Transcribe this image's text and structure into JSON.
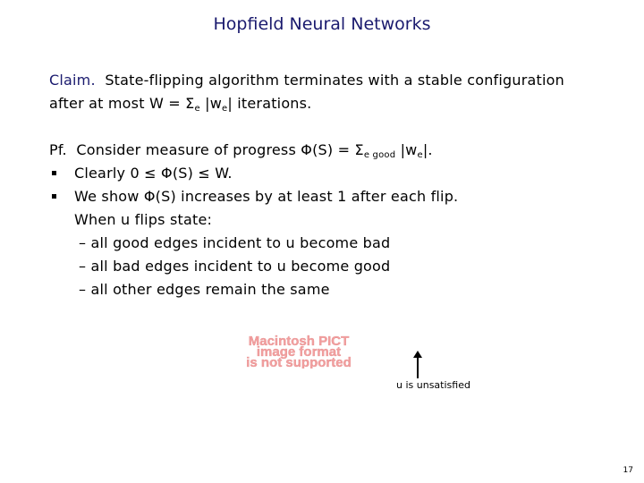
{
  "title": "Hopfield Neural Networks",
  "claim": {
    "label": "Claim.",
    "line1": "State-flipping algorithm terminates with a stable configuration",
    "line2_pre": "after at most W = ",
    "sigma": "Σ",
    "sub_e": "e",
    "w_open": " |w",
    "w_close": "| iterations."
  },
  "proof": {
    "label": "Pf.",
    "line1_pre": "Consider measure of progress ",
    "phi": "Φ",
    "line1_mid": "(S) = ",
    "sub_egood": "e good",
    "line1_end": "  |w",
    "sub_e": "e",
    "line1_close": "|.",
    "bullet1_pre": "Clearly  0  ≤  ",
    "bullet1_post": "(S)  ≤  W.",
    "bullet2_pre": "We show ",
    "bullet2_post": "(S) increases by at least 1 after each flip.",
    "when": "When u flips state:",
    "dash1": "–  all good edges incident to u become bad",
    "dash2": "–  all bad edges incident to u become good",
    "dash3": "–  all other edges remain the same"
  },
  "pict_text": {
    "line1": "Macintosh PICT",
    "line2": "image format",
    "line3": "is not supported"
  },
  "caption": "u is unsatisfied",
  "page_number": "17"
}
